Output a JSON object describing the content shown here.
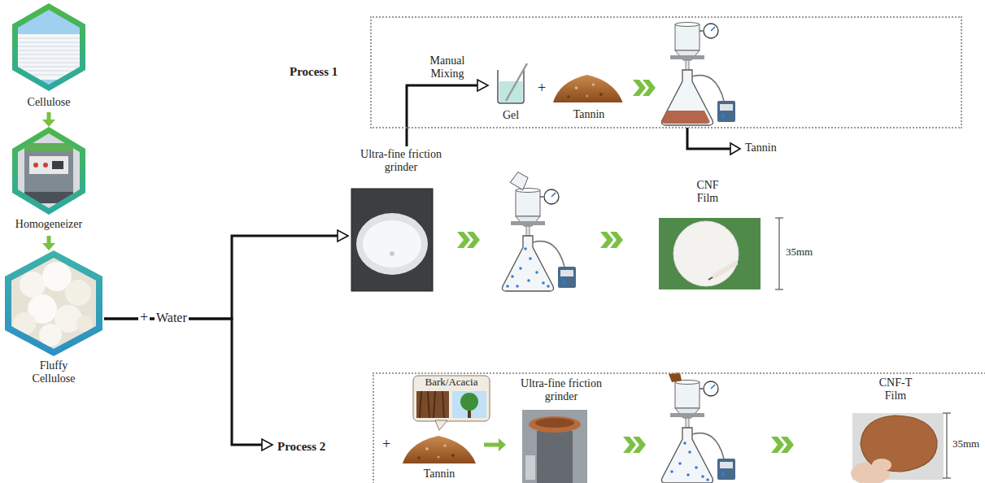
{
  "diagram": {
    "nodes": [
      {
        "text": [
          "Cellulose"
        ]
      },
      {
        "text": [
          "Homogeneizer"
        ]
      },
      {
        "text": [
          "Fluffy Cellulose"
        ]
      },
      {
        "text": [
          "Process 1"
        ]
      },
      {
        "text": [
          "Gel"
        ],
        "in": 3
      },
      {
        "text": [
          "Tannin"
        ],
        "in": 3
      },
      {
        "text": [
          "Ultra-fine friction grinder"
        ]
      },
      {
        "text": [
          "CNF Film"
        ]
      },
      {
        "text": [
          "Process 2"
        ]
      },
      {
        "text": [
          "Bark/Acacia"
        ],
        "in": 8
      },
      {
        "text": [
          "Tannin"
        ],
        "in": 8
      },
      {
        "text": [
          "Ultra-fine friction grinder"
        ],
        "in": 8
      },
      {
        "text": [
          "CNF-T Film"
        ],
        "in": 8
      }
    ],
    "edges": [
      {
        "from": 0,
        "to": 1,
        "arrow": "to"
      },
      {
        "from": 1,
        "to": 2,
        "arrow": "to"
      },
      {
        "from": 2,
        "to": 6,
        "arrow": "to"
      },
      {
        "from": 2,
        "to": 8,
        "arrow": "to"
      },
      {
        "from": 6,
        "to": 4,
        "label": "Manual Mixing",
        "arrow": "to"
      },
      {
        "from": 10,
        "to": 11,
        "arrow": "to"
      }
    ],
    "labels": [
      "+",
      "Water",
      "+",
      "Tannin",
      "35mm",
      "+",
      "35mm"
    ]
  }
}
